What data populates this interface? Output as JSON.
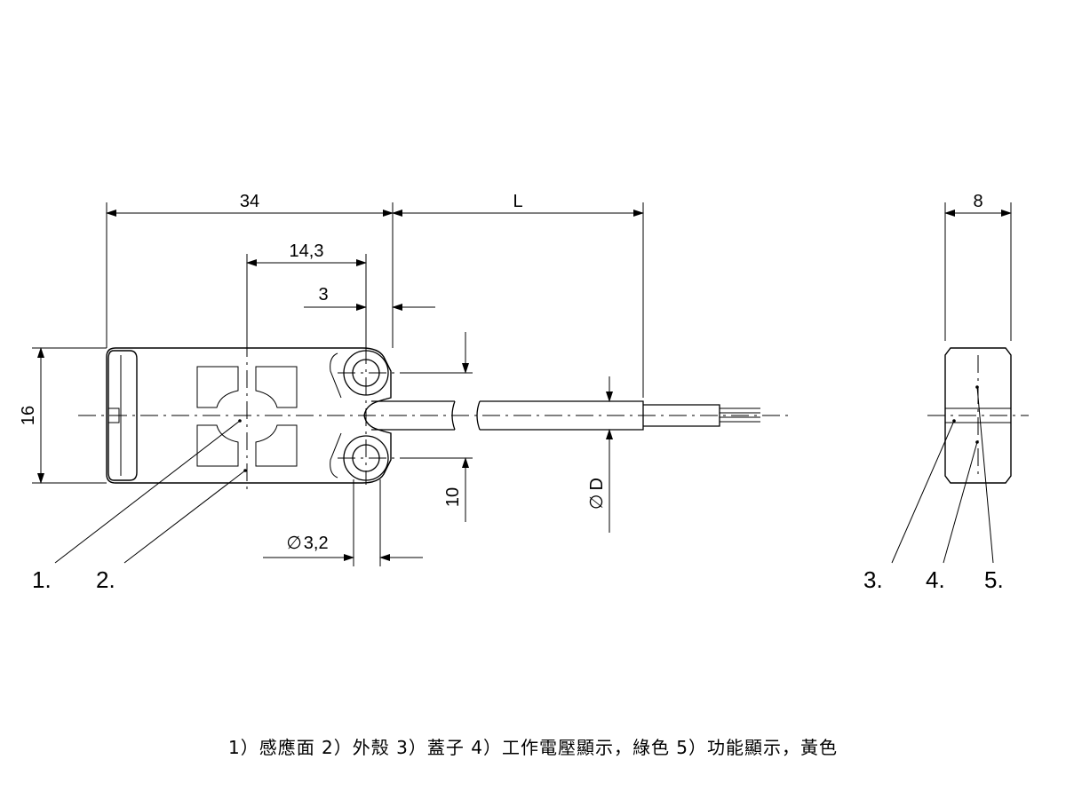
{
  "dimensions": {
    "width": "34",
    "cable_length": "L",
    "hole_offset": "14,3",
    "edge_offset": "3",
    "height": "16",
    "hole_spacing": "10",
    "cable_diameter": "D",
    "hole_diameter": "3,2",
    "side_width": "8"
  },
  "symbols": {
    "diameter": "∅"
  },
  "callouts": {
    "c1": "1.",
    "c2": "2.",
    "c3": "3.",
    "c4": "4.",
    "c5": "5."
  },
  "legend": {
    "text": "1）感應面 2）外殼 3）蓋子 4）工作電壓顯示，綠色 5）功能顯示，黃色"
  },
  "colors": {
    "line": "#000000",
    "background": "#ffffff"
  }
}
